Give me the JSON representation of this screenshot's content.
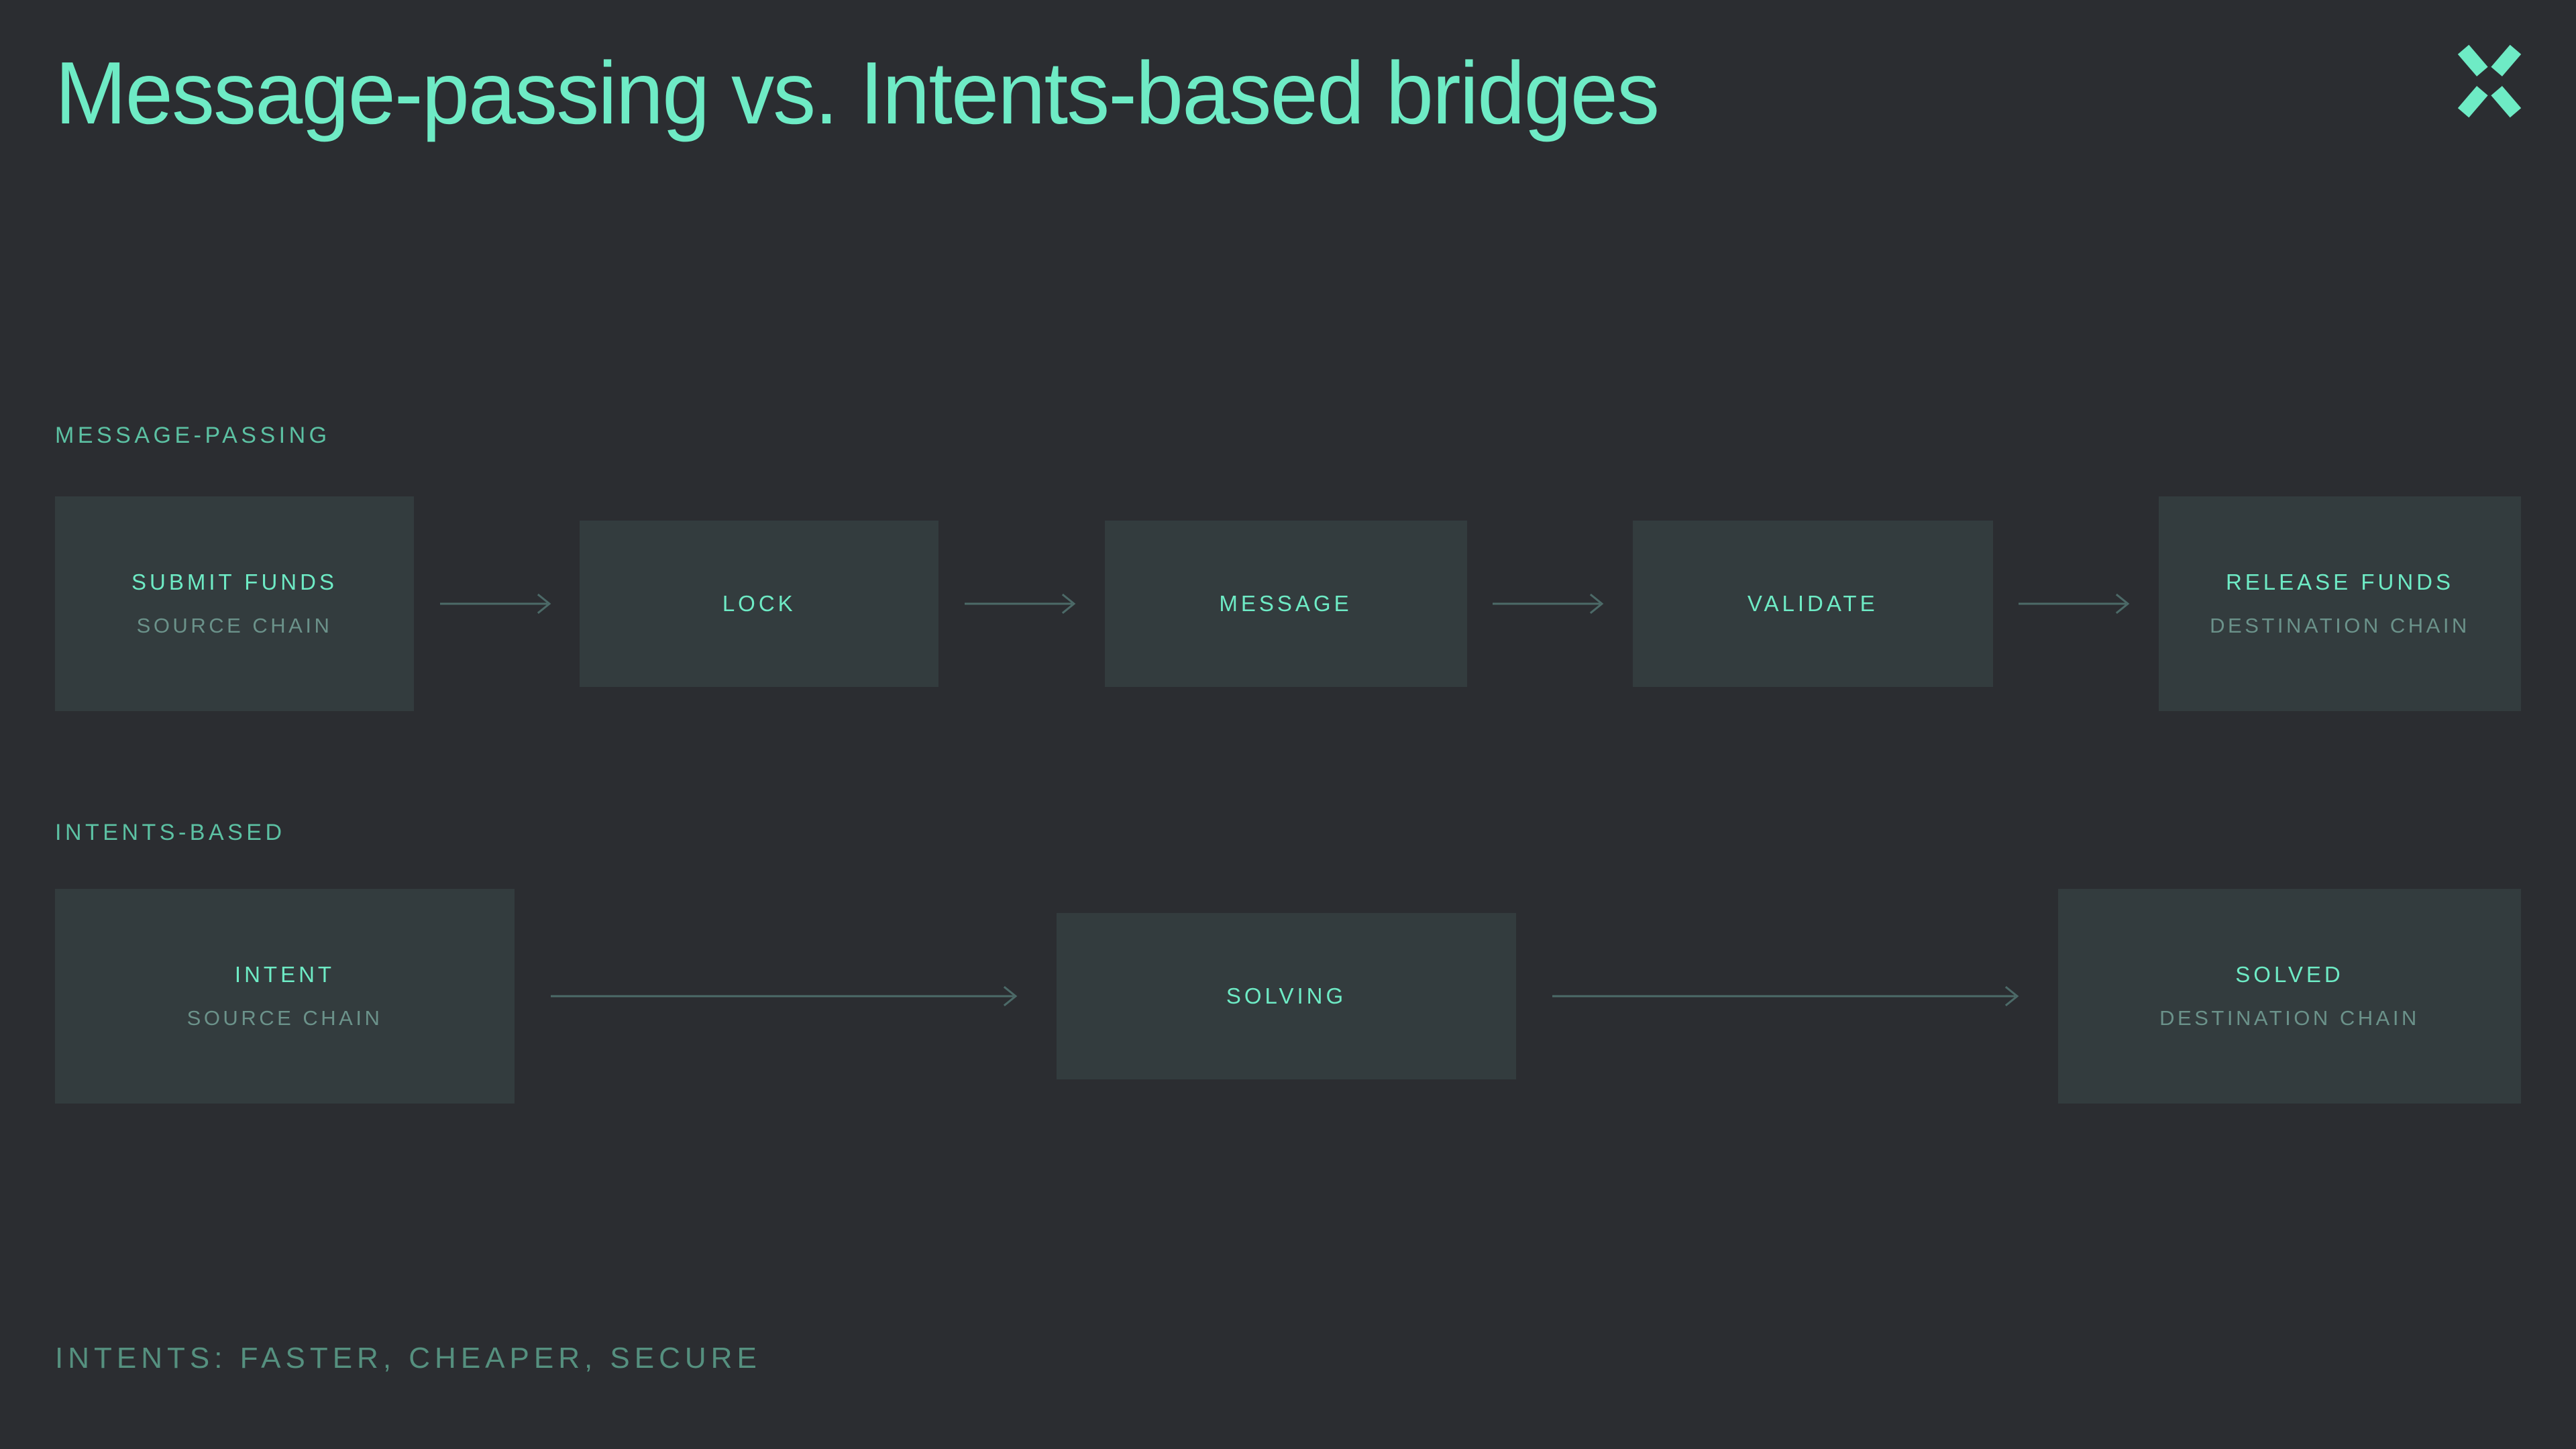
{
  "header": {
    "title": "Message-passing vs. Intents-based bridges",
    "brand_icon": "x-mark-icon",
    "accent_color": "#6eebc5"
  },
  "theme": {
    "background": "#2b2d31",
    "node_fill": "#333c3e",
    "title_color": "#6eebc5",
    "section_label_color": "#5cc1a3",
    "subtitle_color": "#6b928a",
    "arrow_color": "#4c6a68",
    "footer_color": "#55907f"
  },
  "sections": [
    {
      "label": "MESSAGE-PASSING",
      "nodes": [
        {
          "title": "SUBMIT FUNDS",
          "subtitle": "SOURCE CHAIN"
        },
        {
          "title": "LOCK",
          "subtitle": ""
        },
        {
          "title": "MESSAGE",
          "subtitle": ""
        },
        {
          "title": "VALIDATE",
          "subtitle": ""
        },
        {
          "title": "RELEASE FUNDS",
          "subtitle": "DESTINATION CHAIN"
        }
      ],
      "arrow_count": 4,
      "arrow_style": "short"
    },
    {
      "label": "INTENTS-BASED",
      "nodes": [
        {
          "title": "INTENT",
          "subtitle": "SOURCE CHAIN"
        },
        {
          "title": "SOLVING",
          "subtitle": ""
        },
        {
          "title": "SOLVED",
          "subtitle": "DESTINATION CHAIN"
        }
      ],
      "arrow_count": 2,
      "arrow_style": "long"
    }
  ],
  "footer": {
    "note": "INTENTS: FASTER, CHEAPER, SECURE"
  }
}
